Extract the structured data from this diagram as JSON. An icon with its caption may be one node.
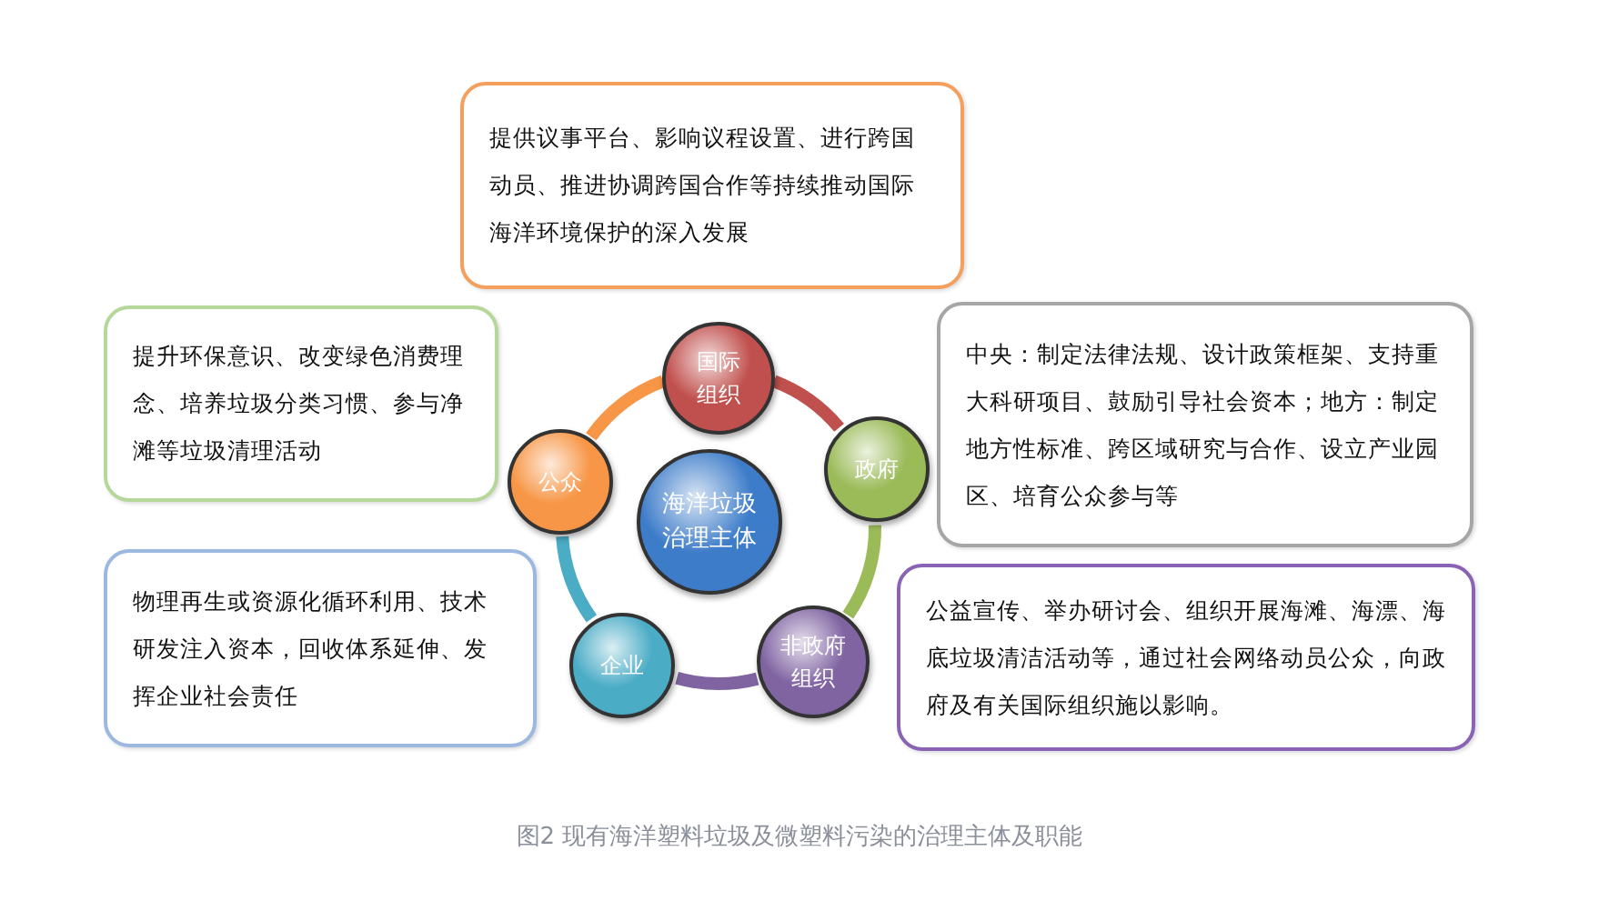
{
  "diagram": {
    "caption": "图2 现有海洋塑料垃圾及微塑料污染的治理主体及职能",
    "nodes": [
      {
        "text": [
          "海洋垃圾治理主体"
        ]
      },
      {
        "text": [
          "国际组织"
        ]
      },
      {
        "text": [
          "政府"
        ]
      },
      {
        "text": [
          "非政府组织"
        ]
      },
      {
        "text": [
          "企业"
        ]
      },
      {
        "text": [
          "公众"
        ]
      },
      {
        "text": [
          "提供议事平台、影响议程设置、进行跨国动员、推进协调跨国合作等持续推动国际海洋环境保护的深入发展"
        ]
      },
      {
        "text": [
          "提升环保意识、改变绿色消费理念、培养垃圾分类习惯、参与净滩等垃圾清理活动"
        ]
      },
      {
        "text": [
          "中央：制定法律法规、设计政策框架、支持重大科研项目、鼓励引导社会资本；地方：制定地方性标准、跨区域研究与合作、设立产业园区、培育公众参与等"
        ]
      },
      {
        "text": [
          "物理再生或资源化循环利用、技术研发注入资本，回收体系延伸、发挥企业社会责任"
        ]
      },
      {
        "text": [
          "公益宣传、举办研讨会、组织开展海滩、海漂、海底垃圾清洁活动等，通过社会网络动员公众，向政府及有关国际组织施以影响。"
        ]
      }
    ],
    "edges": [
      {
        "from": 1,
        "to": 2,
        "arrow": "none",
        "color": "#c0504d"
      },
      {
        "from": 2,
        "to": 3,
        "arrow": "none",
        "color": "#9bbb59"
      },
      {
        "from": 3,
        "to": 4,
        "arrow": "none",
        "color": "#8064a2"
      },
      {
        "from": 4,
        "to": 5,
        "arrow": "none",
        "color": "#4bacc6"
      },
      {
        "from": 5,
        "to": 1,
        "arrow": "none",
        "color": "#f79646"
      }
    ]
  }
}
